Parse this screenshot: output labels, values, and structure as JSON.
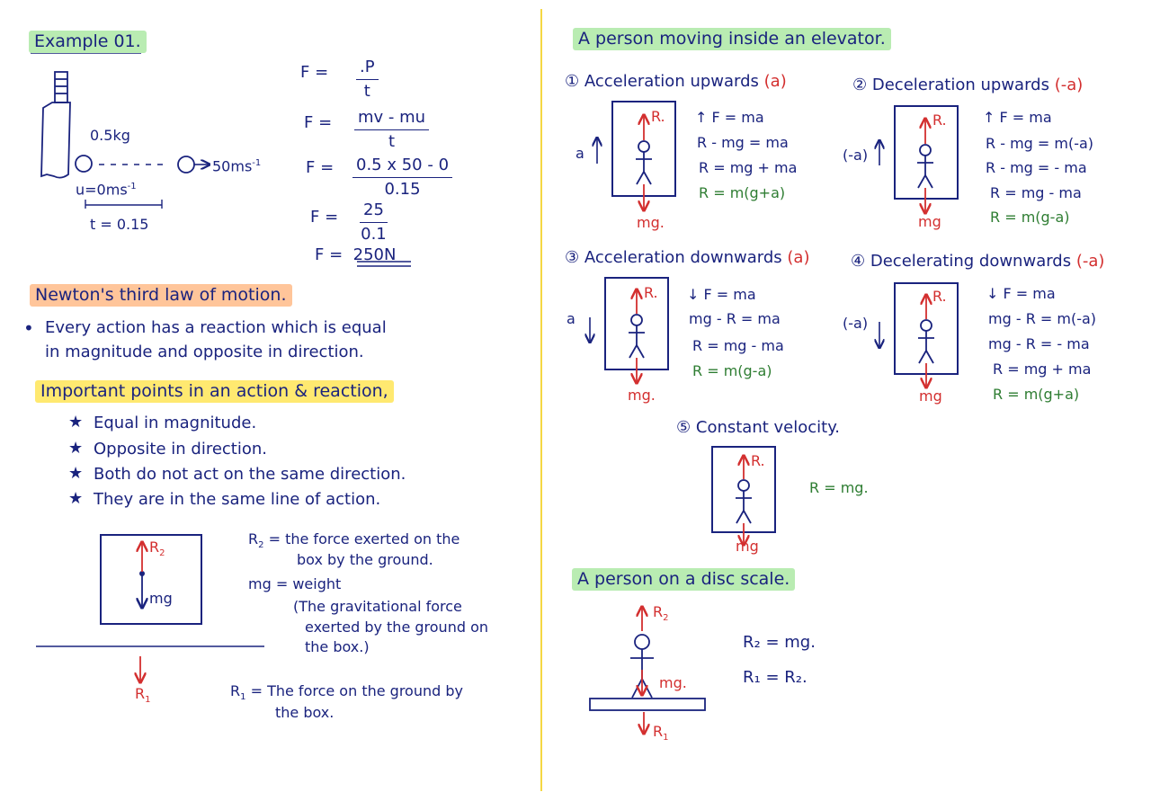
{
  "left": {
    "example": {
      "title": "Example 01.",
      "mass": "0.5kg",
      "speed": "50ms",
      "speed_exp": "-1",
      "u_label": "u=0ms",
      "u_exp": "-1",
      "time": "t = 0.15"
    },
    "formula": {
      "f": "F",
      "eq": "=",
      "p_num": ".P",
      "p_den": "t",
      "mv_num": "mv - mu",
      "mv_den": "t",
      "val_num": "0.5 x 50 - 0",
      "val_den": "0.15",
      "red_num": "25",
      "red_den": "0.1",
      "result": "250N"
    },
    "third_law": {
      "title": "Newton's third law of motion.",
      "bullet": "•",
      "line1": "Every action has a reaction which is equal",
      "line2": "in magnitude and opposite in direction."
    },
    "points": {
      "title": "Important points in an action & reaction,",
      "star": "★",
      "items": [
        "Equal in magnitude.",
        "Opposite in direction.",
        "Both do not act on the same direction.",
        "They are in the same line of action."
      ]
    },
    "box_diagram": {
      "r2": "R",
      "r2_sub": "2",
      "mg": "mg",
      "r1": "R",
      "r1_sub": "1"
    },
    "defs": {
      "r2_def_1": "= the force exerted on the",
      "r2_def_2": "box by the ground.",
      "mg_def_1": "mg = weight",
      "mg_def_2": "(The gravitational force",
      "mg_def_3": "exerted by the ground on",
      "mg_def_4": "the box.)",
      "r1_def_1": "= The force on the ground by",
      "r1_def_2": "the box."
    }
  },
  "right": {
    "elevator_title": "A person moving inside an elevator.",
    "cases": [
      {
        "num": "①",
        "title": "Acceleration upwards",
        "tag": "(a)",
        "side": "a",
        "r": "R.",
        "mg": "mg.",
        "eqs": [
          "↑ F = ma",
          "R - mg = ma",
          "R = mg + ma"
        ],
        "final": "R = m(g+a)"
      },
      {
        "num": "②",
        "title": "Deceleration upwards",
        "tag": "(-a)",
        "side": "(-a)",
        "r": "R.",
        "mg": "mg",
        "eqs": [
          "↑ F = ma",
          "R - mg = m(-a)",
          "R - mg = - ma",
          "R = mg - ma"
        ],
        "final": "R = m(g-a)"
      },
      {
        "num": "③",
        "title": "Acceleration downwards",
        "tag": "(a)",
        "side": "a",
        "r": "R.",
        "mg": "mg.",
        "eqs": [
          "↓ F = ma",
          "mg - R = ma",
          "R = mg - ma"
        ],
        "final": "R = m(g-a)"
      },
      {
        "num": "④",
        "title": "Decelerating downwards",
        "tag": "(-a)",
        "side": "(-a)",
        "r": "R.",
        "mg": "mg",
        "eqs": [
          "↓ F = ma",
          "mg - R = m(-a)",
          "mg - R = - ma",
          "R = mg + ma"
        ],
        "final": "R = m(g+a)"
      }
    ],
    "constant": {
      "num": "⑤",
      "title": "Constant velocity.",
      "r": "R.",
      "mg": "mg",
      "eq": "R = mg."
    },
    "disc": {
      "title": "A person on a disc scale.",
      "r2": "R",
      "r2_sub": "2",
      "mg": "mg.",
      "r1": "R",
      "r1_sub": "1",
      "eq1": "R₂ = mg.",
      "eq2": "R₁ = R₂."
    }
  },
  "colors": {
    "ink": "#1a237e",
    "red": "#d32f2f",
    "green": "#2e7d32",
    "highlight_green": "#b9ecb2",
    "highlight_orange": "#ffc59a",
    "highlight_yellow": "#ffe970",
    "divider": "#f5d742"
  },
  "icons": [
    "bottle-icon",
    "stick-figure-icon",
    "arrow-icon",
    "star-icon"
  ]
}
